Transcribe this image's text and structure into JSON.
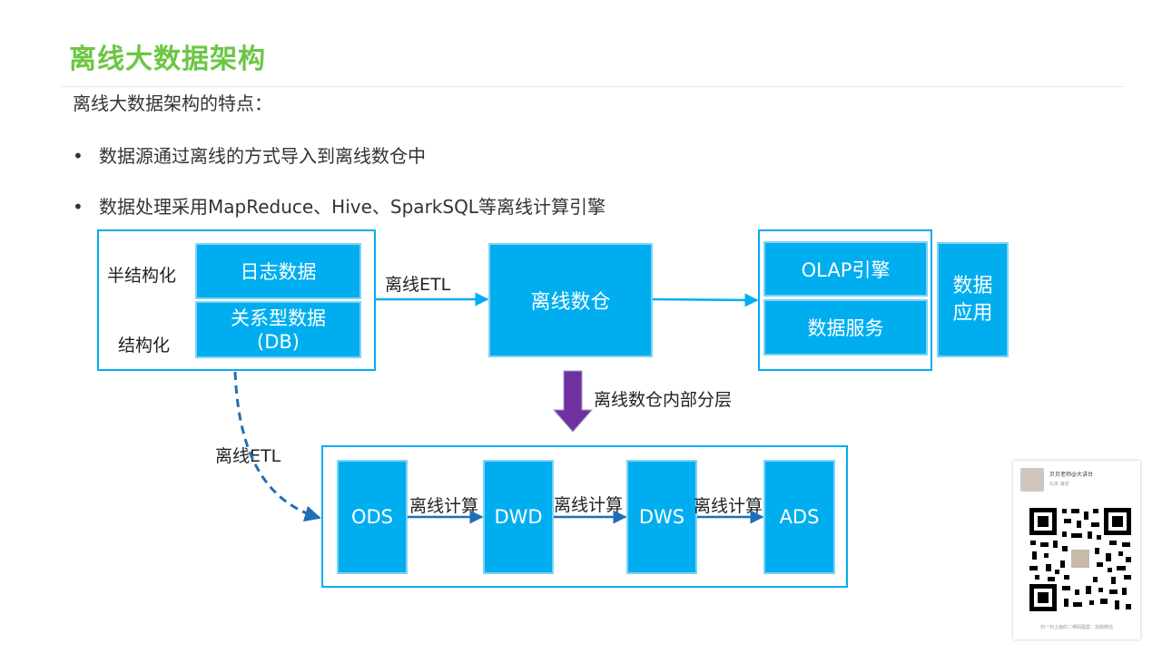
{
  "slide": {
    "title": "离线大数据架构",
    "intro": "离线大数据架构的特点：",
    "bullets": [
      "数据源通过离线的方式导入到离线数仓中",
      "数据处理采用MapReduce、Hive、SparkSQL等离线计算引擎"
    ]
  },
  "diagram": {
    "sources": {
      "semi_label": "半结构化",
      "struct_label": "结构化",
      "log_box": "日志数据",
      "db_box_line1": "关系型数据",
      "db_box_line2": "(DB)"
    },
    "etl_label_top": "离线ETL",
    "etl_label_left": "离线ETL",
    "warehouse": "离线数仓",
    "layering_label": "离线数仓内部分层",
    "olap": "OLAP引擎",
    "data_service": "数据服务",
    "data_app_line1": "数据",
    "data_app_line2": "应用",
    "layers": [
      "ODS",
      "DWD",
      "DWS",
      "ADS"
    ],
    "compute_label": "离线计算"
  },
  "qr_card": {
    "name": "贝贝老师@大讲台",
    "location": "北京 海淀",
    "footer": "扫一扫上面的二维码图案，加我微信"
  },
  "colors": {
    "accent": "#00aeef",
    "title": "#6cc644",
    "dashed_arrow": "#1e6fb5",
    "down_arrow": "#7030a0"
  }
}
